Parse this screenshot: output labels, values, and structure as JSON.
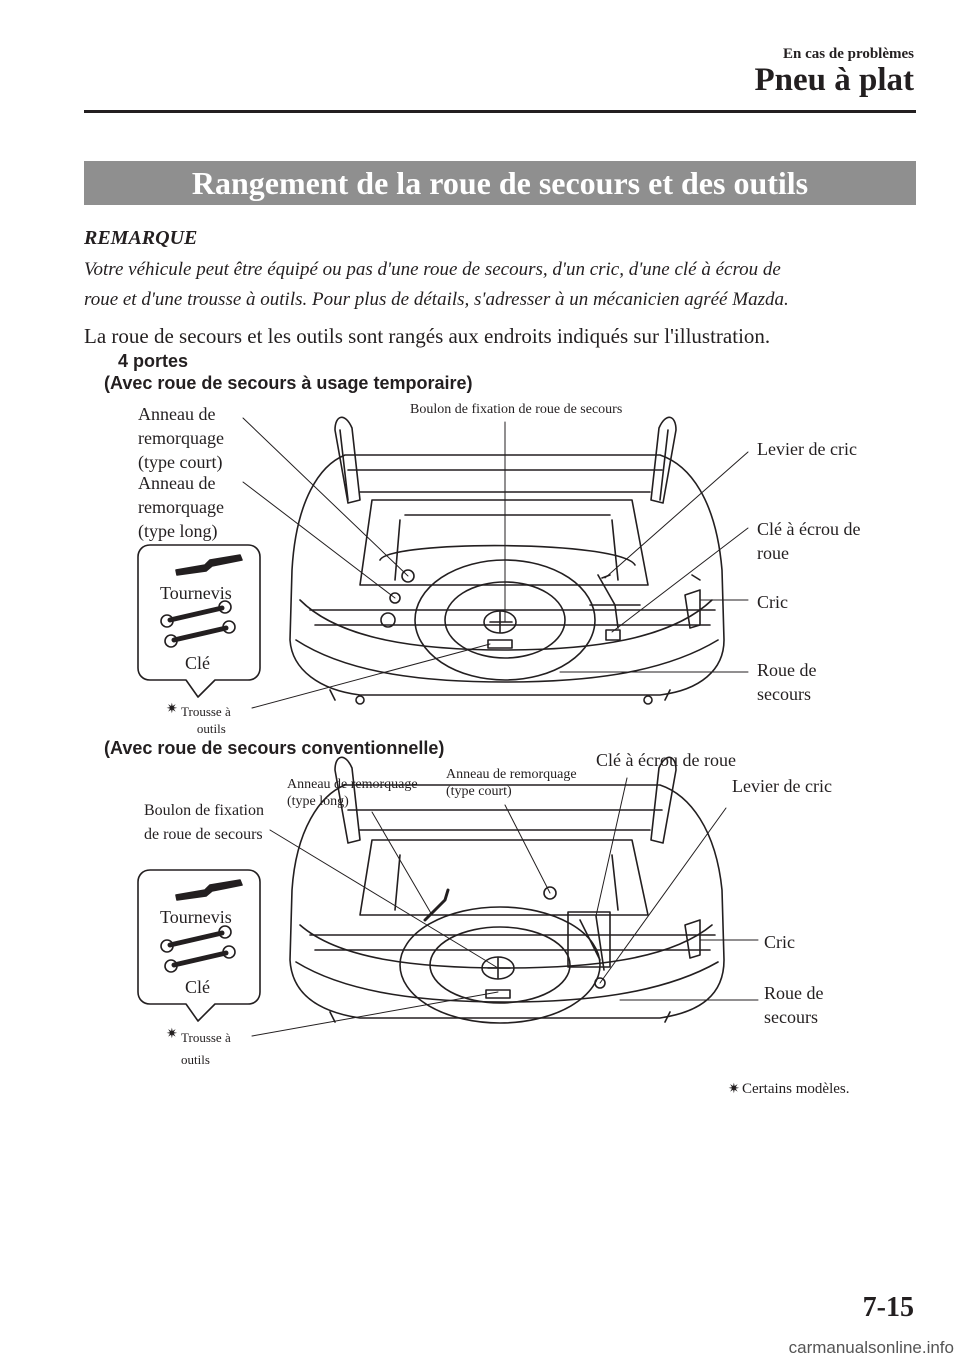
{
  "header": {
    "section": "En cas de problèmes",
    "title": "Pneu à plat"
  },
  "banner": "Rangement de la roue de secours et des outils",
  "remarque": {
    "label": "REMARQUE",
    "line1": "Votre véhicule peut être équipé ou pas d'une roue de secours, d'un cric, d'une clé à écrou de",
    "line2": "roue et d'une trousse à outils. Pour plus de détails, s'adresser à un mécanicien agréé Mazda."
  },
  "intro": "La roue de secours et les outils sont rangés aux endroits indiqués sur l'illustration.",
  "figure1": {
    "heading1": "4 portes",
    "heading2": "(Avec roue de secours à usage temporaire)",
    "labels": {
      "anneau_court_1": "Anneau de",
      "anneau_court_2": "remorquage",
      "anneau_court_3": "(type court)",
      "anneau_long_1": "Anneau de",
      "anneau_long_2": "remorquage",
      "anneau_long_3": "(type long)",
      "boulon": "Boulon de fixation de roue de secours",
      "levier": "Levier de cric",
      "cle_ecrou_1": "Clé à écrou de",
      "cle_ecrou_2": "roue",
      "cric": "Cric",
      "roue_1": "Roue de",
      "roue_2": "secours",
      "tournevis": "Tournevis",
      "cle": "Clé",
      "trousse_1": "Trousse à",
      "trousse_2": "outils"
    }
  },
  "figure2": {
    "heading": "(Avec roue de secours conventionnelle)",
    "labels": {
      "boulon_1": "Boulon de fixation",
      "boulon_2": "de roue de secours",
      "anneau_long_1": "Anneau de remorquage",
      "anneau_long_2": "(type long)",
      "anneau_court_1": "Anneau de remorquage",
      "anneau_court_2": "(type court)",
      "cle_ecrou": "Clé à écrou de roue",
      "levier": "Levier de cric",
      "cric": "Cric",
      "roue_1": "Roue de",
      "roue_2": "secours",
      "tournevis": "Tournevis",
      "cle": "Clé",
      "trousse_1": "Trousse à",
      "trousse_2": "outils"
    }
  },
  "footnote": "Certains modèles.",
  "page_number": "7-15",
  "watermark": "carmanualsonline.info"
}
